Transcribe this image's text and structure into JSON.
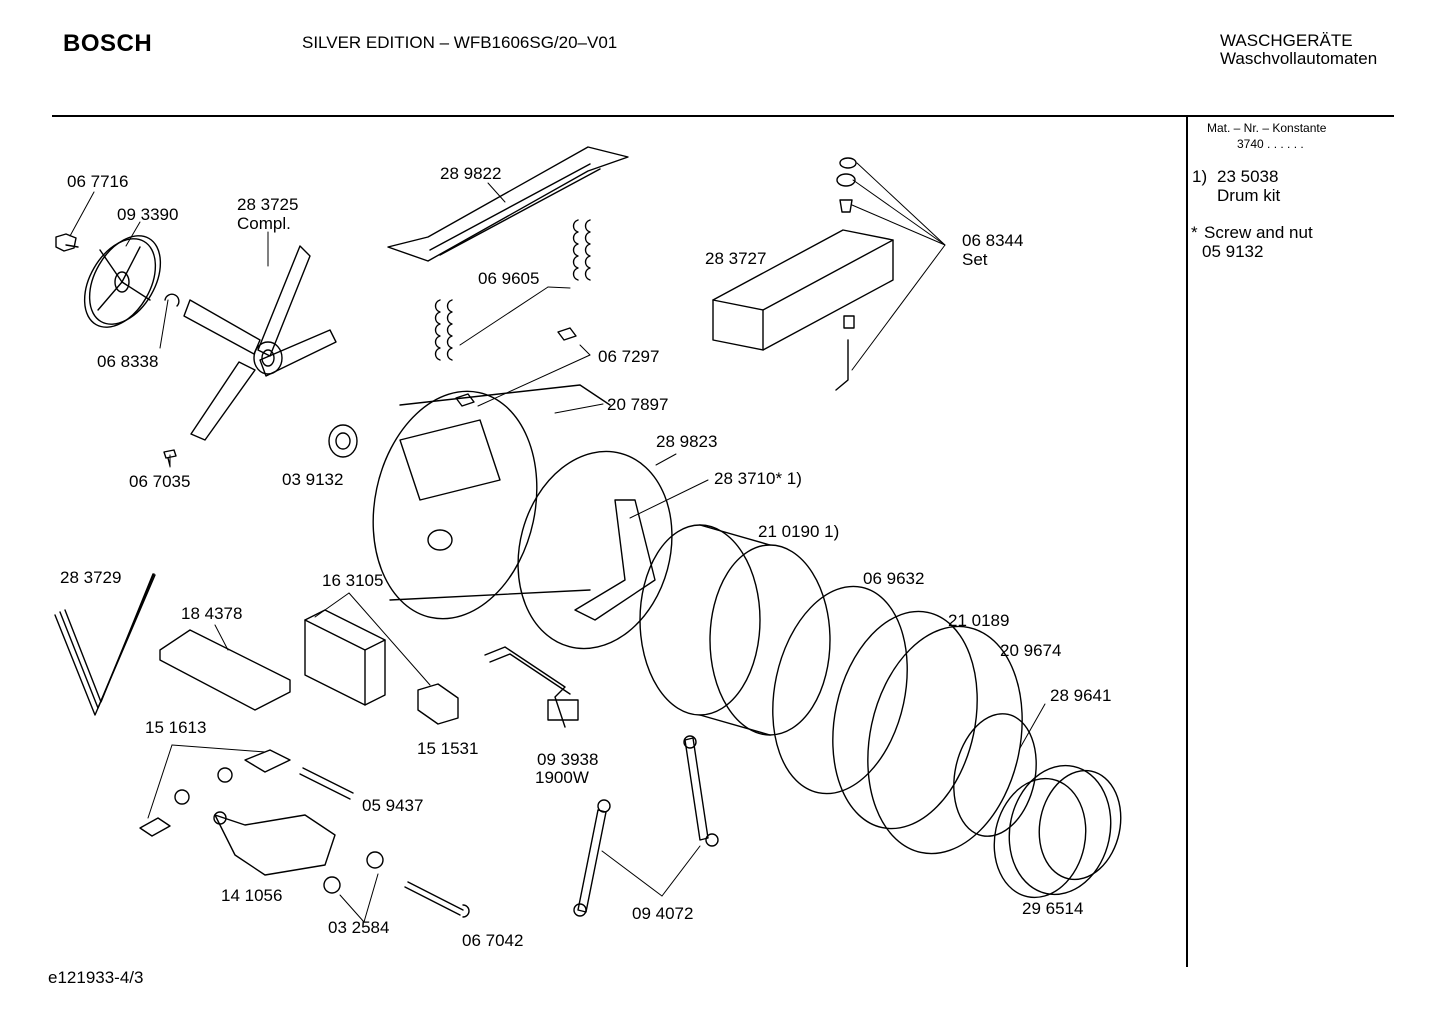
{
  "header": {
    "brand": "BOSCH",
    "model": "SILVER EDITION – WFB1606SG/20–V01",
    "category": "WASCHGERÄTE",
    "subcategory": "Waschvollautomaten"
  },
  "sidebar": {
    "mat_label": "Mat. – Nr. – Konstante",
    "mat_value": "3740  .  .    .  .  .  .",
    "note1_marker": "1)",
    "note1_code": "23 5038",
    "note1_text": "Drum kit",
    "note2_marker": "*",
    "note2_text": "Screw and nut",
    "note2_code": "05 9132"
  },
  "footer": {
    "doc_id": "e121933-4/3"
  },
  "parts": [
    {
      "id": "p067716",
      "code": "06 7716"
    },
    {
      "id": "p093390",
      "code": "09 3390"
    },
    {
      "id": "p283725",
      "code": "28 3725"
    },
    {
      "id": "p283725b",
      "code": "Compl."
    },
    {
      "id": "p289822",
      "code": "28 9822"
    },
    {
      "id": "p069605",
      "code": "06 9605"
    },
    {
      "id": "p283727",
      "code": "28 3727"
    },
    {
      "id": "p068344",
      "code": "06 8344"
    },
    {
      "id": "p068344b",
      "code": "Set"
    },
    {
      "id": "p068338",
      "code": "06 8338"
    },
    {
      "id": "p067297",
      "code": "06 7297"
    },
    {
      "id": "p207897",
      "code": "20 7897"
    },
    {
      "id": "p289823",
      "code": "28 9823"
    },
    {
      "id": "p283710",
      "code": "28 3710* 1)"
    },
    {
      "id": "p067035",
      "code": "06 7035"
    },
    {
      "id": "p039132",
      "code": "03 9132"
    },
    {
      "id": "p210190",
      "code": "21 0190 1)"
    },
    {
      "id": "p069632",
      "code": "06 9632"
    },
    {
      "id": "p283729",
      "code": "28 3729"
    },
    {
      "id": "p163105",
      "code": "16 3105"
    },
    {
      "id": "p184378",
      "code": "18 4378"
    },
    {
      "id": "p210189",
      "code": "21 0189"
    },
    {
      "id": "p209674",
      "code": "20 9674"
    },
    {
      "id": "p289641",
      "code": "28 9641"
    },
    {
      "id": "p151613",
      "code": "15 1613"
    },
    {
      "id": "p151531",
      "code": "15 1531"
    },
    {
      "id": "p093938",
      "code": "09 3938"
    },
    {
      "id": "p093938b",
      "code": "1900W"
    },
    {
      "id": "p059437",
      "code": "05 9437"
    },
    {
      "id": "p141056",
      "code": "14 1056"
    },
    {
      "id": "p032584",
      "code": "03 2584"
    },
    {
      "id": "p067042",
      "code": "06 7042"
    },
    {
      "id": "p094072",
      "code": "09 4072"
    },
    {
      "id": "p296514",
      "code": "29 6514"
    }
  ]
}
